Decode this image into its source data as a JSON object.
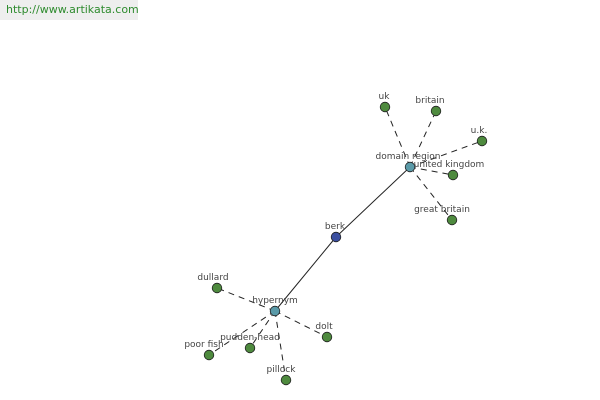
{
  "site_url": "http://www.artikata.com",
  "colors": {
    "center_node": "#3b4fa0",
    "hub_node": "#5a9aa8",
    "leaf_node": "#4e8a3e"
  },
  "graph": {
    "center": {
      "id": "berk",
      "label": "berk"
    },
    "hubs": [
      {
        "id": "domain-region",
        "label": "domain region"
      },
      {
        "id": "hypernym",
        "label": "hypernym"
      }
    ],
    "leaves": [
      {
        "id": "uk",
        "label": "uk",
        "hub": "domain-region"
      },
      {
        "id": "britain",
        "label": "britain",
        "hub": "domain-region"
      },
      {
        "id": "u-k",
        "label": "u.k.",
        "hub": "domain-region"
      },
      {
        "id": "united-kingdom",
        "label": "united kingdom",
        "hub": "domain-region"
      },
      {
        "id": "great-britain",
        "label": "great britain",
        "hub": "domain-region"
      },
      {
        "id": "dullard",
        "label": "dullard",
        "hub": "hypernym"
      },
      {
        "id": "dolt",
        "label": "dolt",
        "hub": "hypernym"
      },
      {
        "id": "pudden-head",
        "label": "pudden-head",
        "hub": "hypernym"
      },
      {
        "id": "poor-fish",
        "label": "poor fish",
        "hub": "hypernym"
      },
      {
        "id": "pillock",
        "label": "pillock",
        "hub": "hypernym"
      }
    ]
  }
}
